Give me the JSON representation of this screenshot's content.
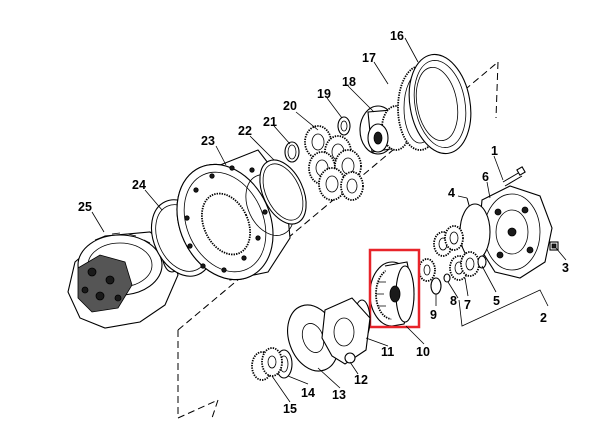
{
  "labels": {
    "p1": "1",
    "p2": "2",
    "p3": "3",
    "p4": "4",
    "p5": "5",
    "p6": "6",
    "p7": "7",
    "p8": "8",
    "p9": "9",
    "p10": "10",
    "p11": "11",
    "p12": "12",
    "p13": "13",
    "p14": "14",
    "p15": "15",
    "p16": "16",
    "p17": "17",
    "p18": "18",
    "p19": "19",
    "p20": "20",
    "p21": "21",
    "p22": "22",
    "p23": "23",
    "p24": "24",
    "p25": "25"
  },
  "colors": {
    "highlight": "#e8242a",
    "line": "#000000",
    "background": "#ffffff"
  },
  "highlighted_part": "10"
}
